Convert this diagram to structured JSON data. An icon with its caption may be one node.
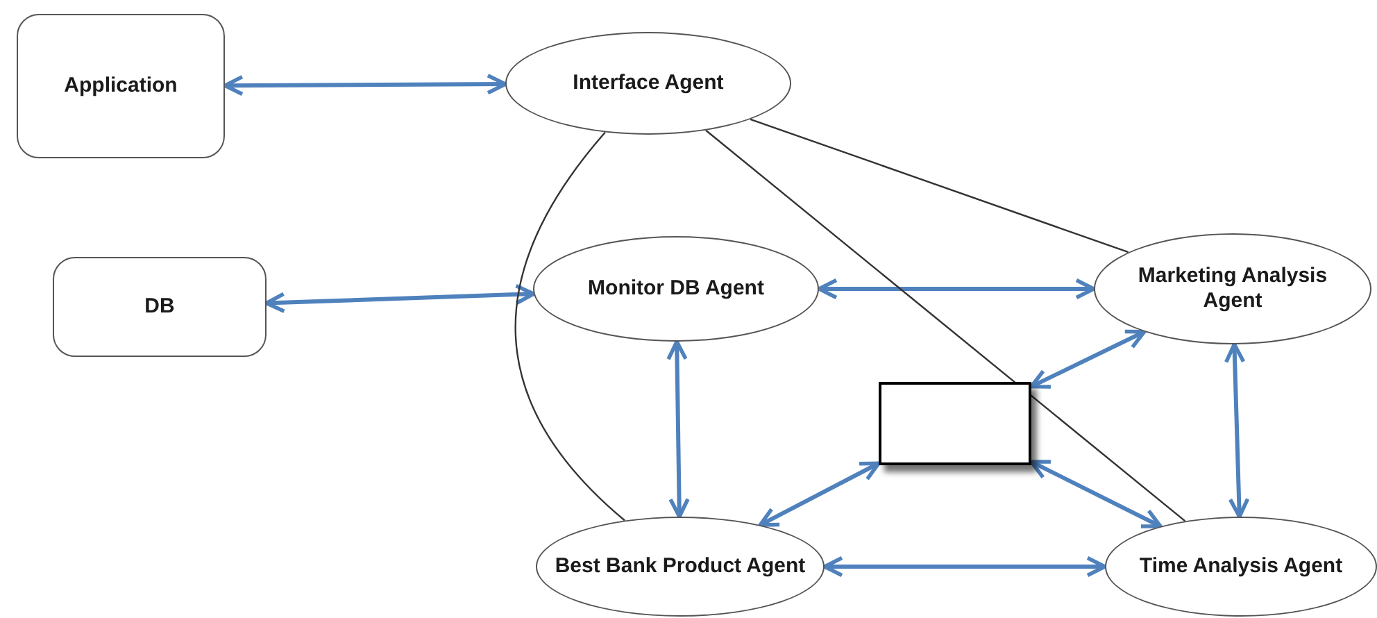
{
  "diagram": {
    "nodes": [
      {
        "text": [
          "Application"
        ]
      },
      {
        "text": [
          "Interface Agent"
        ]
      },
      {
        "text": [
          "DB"
        ]
      },
      {
        "text": [
          "Monitor DB Agent"
        ]
      },
      {
        "text": [
          "Marketing Analysis Agent"
        ]
      },
      {
        "text": [],
        "shape": "box"
      },
      {
        "text": [
          "Best Bank Product Agent"
        ]
      },
      {
        "text": [
          "Time Analysis Agent"
        ]
      }
    ],
    "edges": [
      {
        "from": 0,
        "to": 1,
        "arrow": "both"
      },
      {
        "from": 2,
        "to": 3,
        "arrow": "both"
      },
      {
        "from": 3,
        "to": 4,
        "arrow": "both"
      },
      {
        "from": 3,
        "to": 6,
        "arrow": "both"
      },
      {
        "from": 4,
        "to": 5,
        "arrow": "both"
      },
      {
        "from": 5,
        "to": 6,
        "arrow": "both"
      },
      {
        "from": 5,
        "to": 7,
        "arrow": "both"
      },
      {
        "from": 4,
        "to": 7,
        "arrow": "both"
      },
      {
        "from": 6,
        "to": 7,
        "arrow": "both"
      },
      {
        "from": 1,
        "to": 4,
        "arrow": "none",
        "color": "#333333"
      },
      {
        "from": 1,
        "to": 7,
        "arrow": "none",
        "color": "#333333"
      },
      {
        "from": 1,
        "to": 6,
        "arrow": "none",
        "color": "#333333"
      }
    ]
  }
}
